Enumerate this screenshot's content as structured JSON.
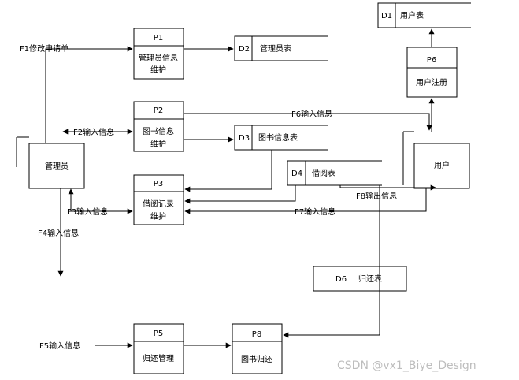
{
  "entities": {
    "admin": "管理员",
    "user": "用户"
  },
  "processes": {
    "p1": {
      "id": "P1",
      "line1": "管理员信息",
      "line2": "维护"
    },
    "p2": {
      "id": "P2",
      "line1": "图书信息",
      "line2": "维护"
    },
    "p3": {
      "id": "P3",
      "line1": "借阅记录",
      "line2": "维护"
    },
    "p5": {
      "id": "P5",
      "line1": "归还管理"
    },
    "p6": {
      "id": "P6",
      "line1": "用户注册"
    },
    "p8": {
      "id": "P8",
      "line1": "图书归还"
    }
  },
  "stores": {
    "d1": {
      "id": "D1",
      "name": "用户表"
    },
    "d2": {
      "id": "D2",
      "name": "管理员表"
    },
    "d3": {
      "id": "D3",
      "name": "图书信息表"
    },
    "d4": {
      "id": "D4",
      "name": "借阅表"
    },
    "d6": {
      "id": "D6",
      "name": "归还表"
    }
  },
  "flows": {
    "f1": "F1修改申请单",
    "f2": "F2输入信息",
    "f3": "F3输入信息",
    "f4": "F4输入信息",
    "f5": "F5输入信息",
    "f6": "F6输入信息",
    "f7": "F7输入信息",
    "f8": "F8输出信息"
  },
  "watermark": "CSDN @vx1_Biye_Design"
}
